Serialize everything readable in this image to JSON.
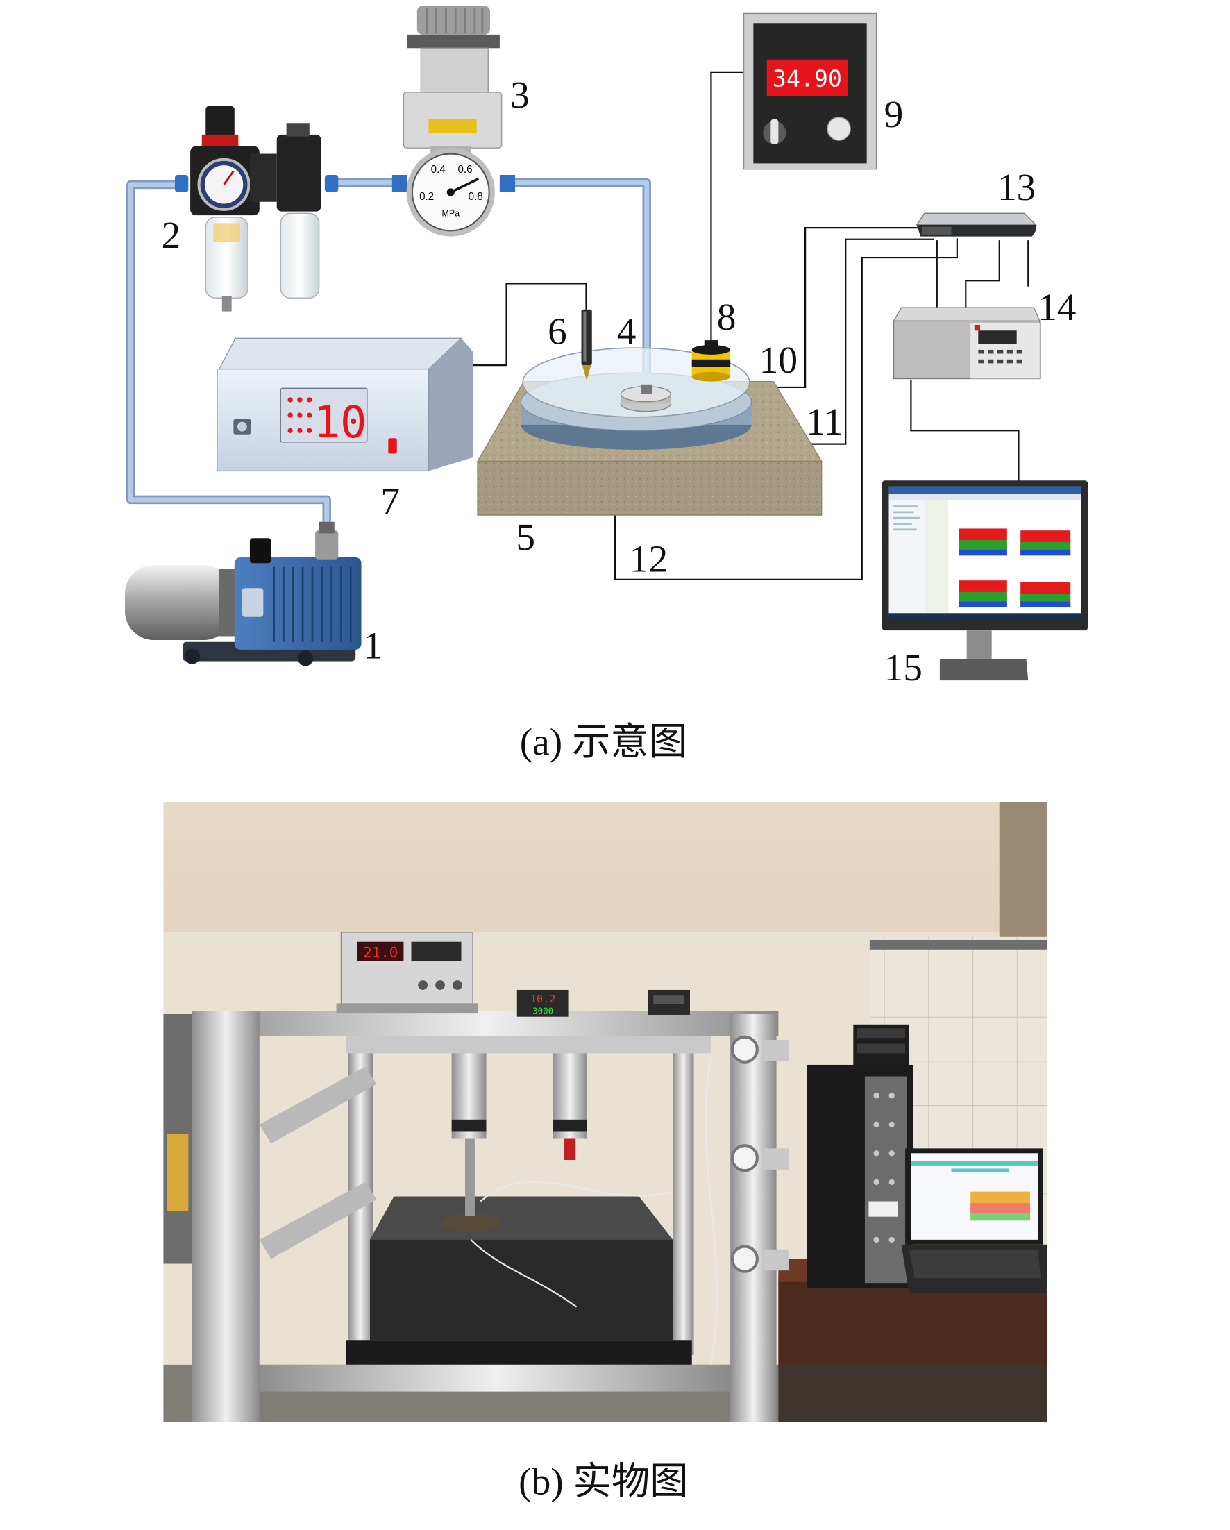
{
  "labels": [
    "1",
    "2",
    "3",
    "4",
    "5",
    "6",
    "7",
    "8",
    "9",
    "10",
    "11",
    "12",
    "13",
    "14",
    "15"
  ],
  "captions": {
    "a": "(a) 示意图",
    "b": "(b) 实物图"
  },
  "displays": {
    "temperature_controller": "10",
    "pressure_readout": "34.90",
    "photo_top_instrument": "21.0",
    "photo_panel_meter_upper": "10.2",
    "photo_panel_meter_lower": "3000"
  },
  "regulator_gauge": {
    "ticks": [
      "0.2",
      "0.4",
      "0.6",
      "0.8"
    ],
    "unit": "MPa"
  },
  "colors": {
    "pipe": "#a9c1e2",
    "display_red": "#e8141b",
    "pump_blue": "#3d6fb0",
    "base_sand": "#b2a68c"
  }
}
